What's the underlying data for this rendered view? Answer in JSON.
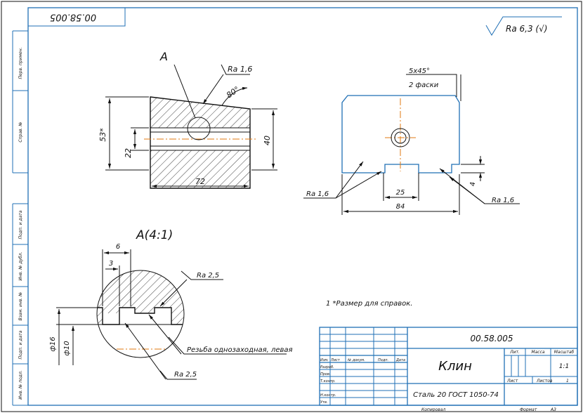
{
  "stamp_rotated": "00.58.005",
  "roughness_general": "Ra 6,3 (√)",
  "side_labels": [
    "Перв. примен.",
    "Справ. №",
    "Подп. и дата",
    "Инв. № дубл.",
    "Взам. инв. №",
    "Подп. и дата",
    "Инв. № подл."
  ],
  "main_view": {
    "section_label": "A",
    "roughness": "Ra 1,6",
    "angle": "80°",
    "dims": {
      "height": "53*",
      "bore": "22",
      "right": "40",
      "length": "72"
    }
  },
  "side_view": {
    "chamfer": "5x45°",
    "chamfer_note": "2 фаски",
    "roughness_left": "Ra 1,6",
    "roughness_right": "Ra 1,6",
    "dims": {
      "slot": "25",
      "width": "84",
      "depth": "4"
    }
  },
  "detail_view": {
    "title": "A(4:1)",
    "dims": {
      "outer": "6",
      "inner": "3",
      "d_outer": "ф16",
      "d_inner": "ф10"
    },
    "roughness_top": "Ra 2,5",
    "roughness_bottom": "Ra 2,5",
    "thread_note": "Резьба однозаходная, левая"
  },
  "note": "1  *Размер для справок.",
  "title_block": {
    "designation": "00.58.005",
    "part_name": "Клин",
    "material": "Сталь 20 ГОСТ 1050-74",
    "col_lit": "Лит.",
    "col_mass": "Масса",
    "col_scale": "Масштаб",
    "scale": "1:1",
    "sheet": "Лист",
    "sheets": "Листов",
    "sheets_count": "1",
    "header_cells": [
      "Изм.",
      "Лист",
      "№ докум.",
      "Подп.",
      "Дата"
    ],
    "roles": [
      "Разраб.",
      "Пров.",
      "Т.контр.",
      "",
      "Н.контр.",
      "Утв."
    ],
    "copied": "Копировал",
    "format": "Формат",
    "format_value": "A3"
  }
}
